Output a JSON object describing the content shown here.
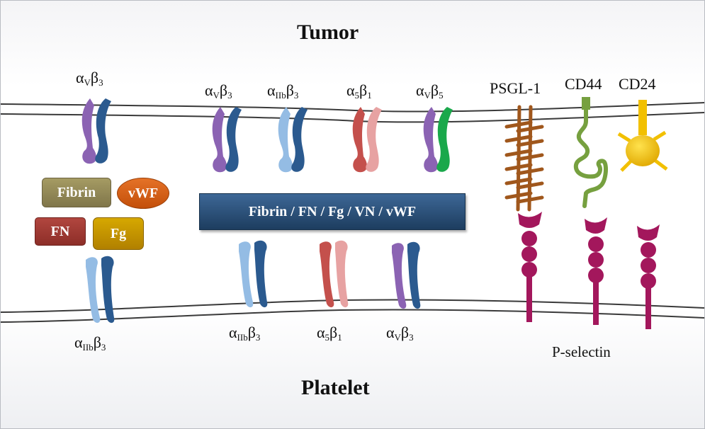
{
  "titles": {
    "tumor": "Tumor",
    "platelet": "Platelet"
  },
  "integrin_labels": {
    "left_top": {
      "alpha": "α",
      "alpha_sub": "V",
      "beta": "β",
      "beta_sub": "3"
    },
    "left_bottom": {
      "alpha": "α",
      "alpha_sub": "IIb",
      "beta": "β",
      "beta_sub": "3"
    },
    "top_1": {
      "alpha": "α",
      "alpha_sub": "V",
      "beta": "β",
      "beta_sub": "3"
    },
    "top_2": {
      "alpha": "α",
      "alpha_sub": "IIb",
      "beta": "β",
      "beta_sub": "3"
    },
    "top_3": {
      "alpha": "α",
      "alpha_sub": "5",
      "beta": "β",
      "beta_sub": "1"
    },
    "top_4": {
      "alpha": "α",
      "alpha_sub": "V",
      "beta": "β",
      "beta_sub": "5"
    },
    "bottom_1": {
      "alpha": "α",
      "alpha_sub": "IIb",
      "beta": "β",
      "beta_sub": "3"
    },
    "bottom_2": {
      "alpha": "α",
      "alpha_sub": "5",
      "beta": "β",
      "beta_sub": "1"
    },
    "bottom_3": {
      "alpha": "α",
      "alpha_sub": "V",
      "beta": "β",
      "beta_sub": "3"
    }
  },
  "molecules": {
    "psgl1": "PSGL-1",
    "cd44": "CD44",
    "cd24": "CD24",
    "pselectin": "P-selectin"
  },
  "ligands": {
    "fibrin": "Fibrin",
    "vwf": "vWF",
    "fn": "FN",
    "fg": "Fg",
    "bar": "Fibrin / FN / Fg / VN / vWF"
  },
  "colors": {
    "purple": "#8b63b3",
    "dark_blue": "#2b5a8f",
    "light_blue": "#94bce4",
    "red": "#c4504c",
    "pink": "#e7a2a2",
    "green": "#1aa84b",
    "psgl1": "#a0571c",
    "cd44": "#76a03f",
    "cd24": "#f2c000",
    "pselectin": "#a3175c",
    "fibrin_box": "#948a54",
    "vwf_box": "#d35f13",
    "fn_box": "#a13a33",
    "fg_box": "#c49200",
    "bar": "#244a71"
  }
}
